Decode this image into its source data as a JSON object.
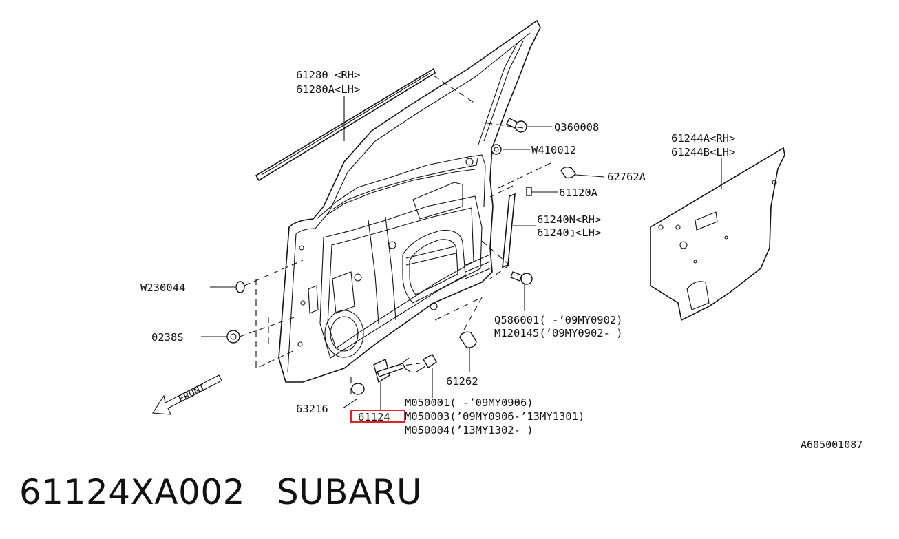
{
  "labels": {
    "p61280": "61280 <RH>",
    "p61280a": "61280A<LH>",
    "q360008": "Q360008",
    "w410012": "W410012",
    "p62762a": "62762A",
    "p61120a": "61120A",
    "p61240n": "61240N<RH>",
    "p61240o": "61240▯<LH>",
    "p61244a": "61244A<RH>",
    "p61244b": "61244B<LH>",
    "w230044": "W230044",
    "p0238s": "0238S",
    "q586001": "Q586001( -’09MY0902)",
    "m120145": "M120145(’09MY0902- )",
    "p61262": "61262",
    "m050001": "M050001( -’09MY0906)",
    "m050003": "M050003(’09MY0906-’13MY1301)",
    "m050004": "M050004(’13MY1302- )",
    "p63216": "63216",
    "p61124": "61124",
    "front": "FRONT",
    "diagram_id": "A605001087"
  },
  "highlight_color": "#e8202a",
  "caption": {
    "part_number": "61124XA002",
    "brand": "SUBARU"
  }
}
